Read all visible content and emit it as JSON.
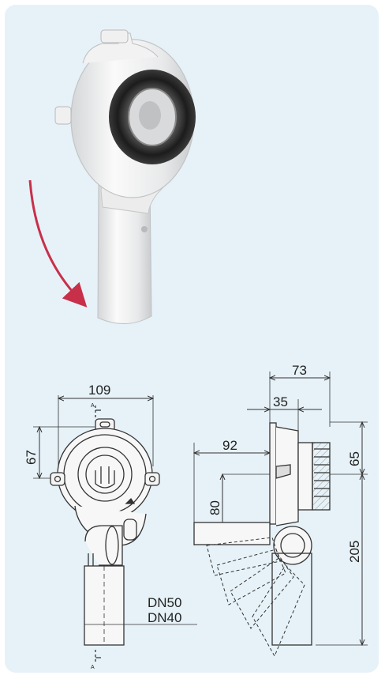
{
  "colors": {
    "background": "#e6f2f8",
    "line": "#333333",
    "arrow": "#c8304a",
    "rubber": "#2a2a2a",
    "body": "#f4f4f4"
  },
  "photo": {
    "arrow_icon": "curved-rotation-arrow"
  },
  "front_view": {
    "dim_width": "109",
    "dim_height": "67",
    "section_mark_top": "A",
    "section_mark_bottom": "A",
    "label_dn50": "DN50",
    "label_dn40": "DN40"
  },
  "side_view": {
    "dim_73": "73",
    "dim_35": "35",
    "dim_92": "92",
    "dim_65": "65",
    "dim_80": "80",
    "dim_205": "205"
  }
}
